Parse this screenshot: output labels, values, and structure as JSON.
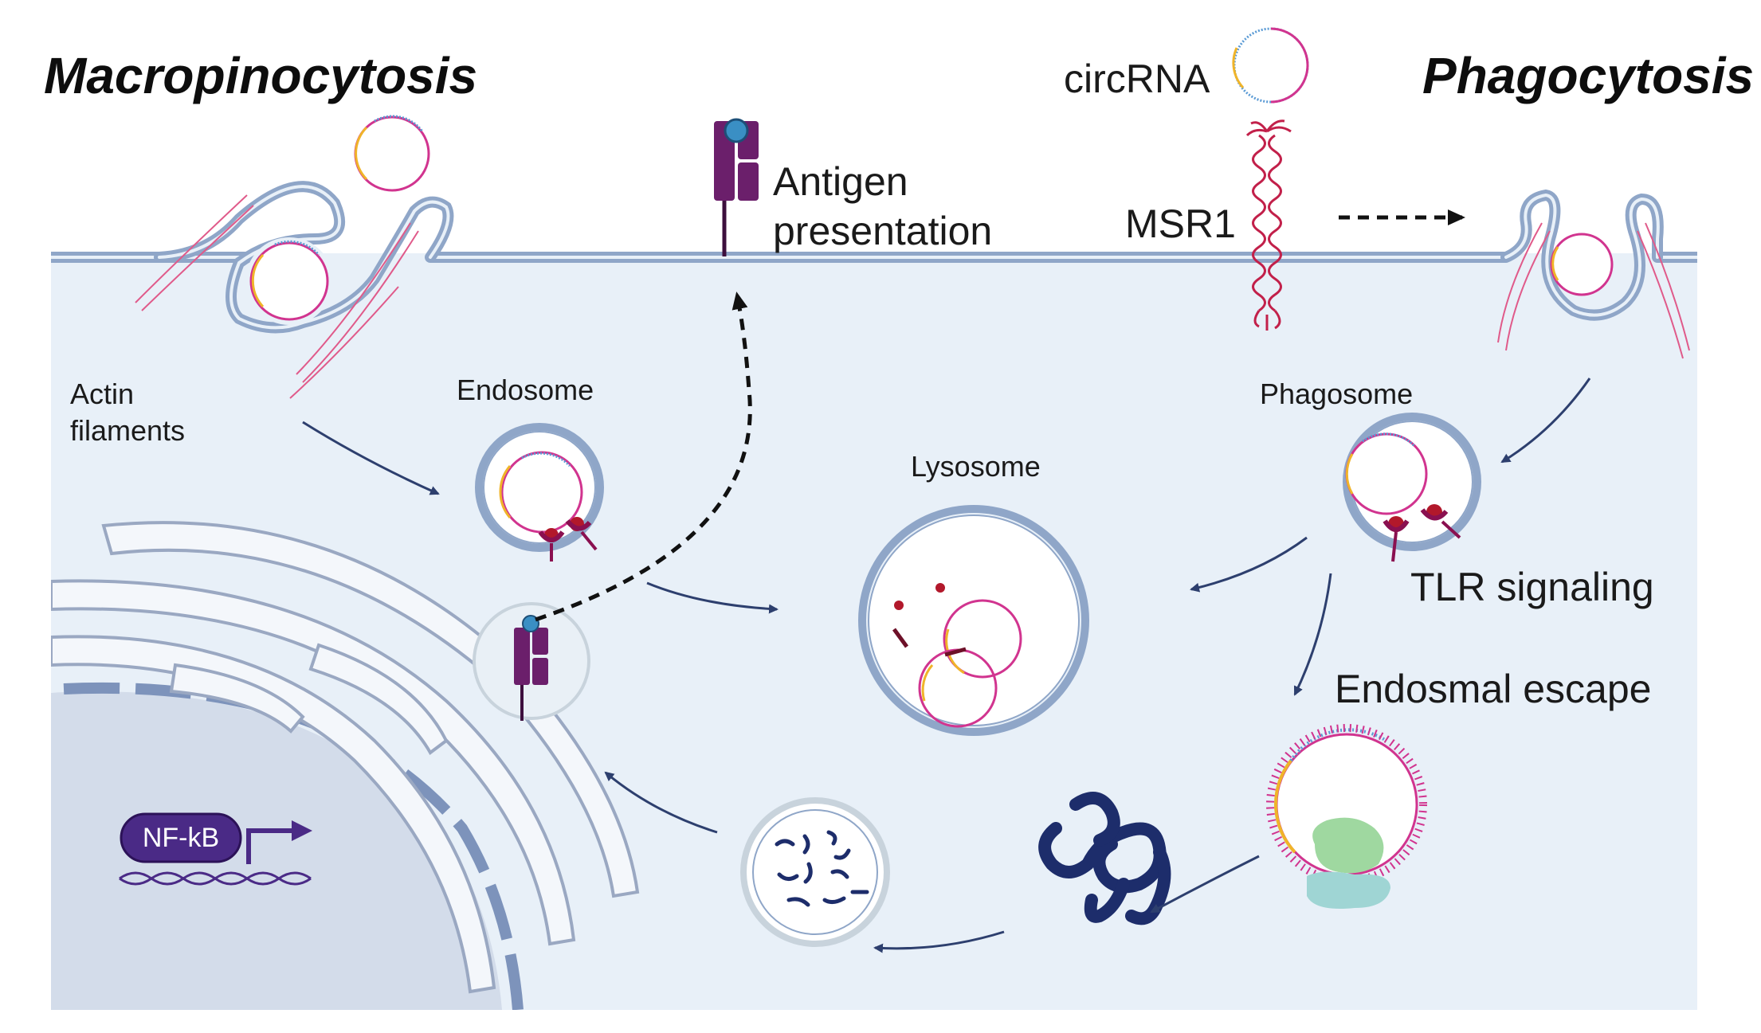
{
  "titles": {
    "left": "Macropinocytosis",
    "right": "Phagocytosis"
  },
  "labels": {
    "circrna": "circRNA",
    "msr1": "MSR1",
    "antigen_line1": "Antigen",
    "antigen_line2": "presentation",
    "actin_line1": "Actin",
    "actin_line2": "filaments",
    "endosome": "Endosome",
    "lysosome": "Lysosome",
    "phagosome": "Phagosome",
    "tlr": "TLR signaling",
    "escape": "Endosmal escape",
    "nfkb": "NF-kB"
  },
  "colors": {
    "cytoplasm": "#e8f0f8",
    "membrane": "#8fa6c8",
    "membrane_dark": "#6f86ad",
    "nucleus": "#d3dcea",
    "arrow": "#2d3f6e",
    "mhc": "#6b1f6b",
    "antigen": "#3a8fc4",
    "msr1": "#c2204a",
    "actin": "#e05a8a",
    "ribosome_large": "#9fd8a0",
    "ribosome_small": "#9fd5d4",
    "rna": "#1d2d6b",
    "nfkb": "#4a2a86",
    "circ_a": "#5b9bd5",
    "circ_b": "#d1348f",
    "circ_c": "#f0b429"
  }
}
